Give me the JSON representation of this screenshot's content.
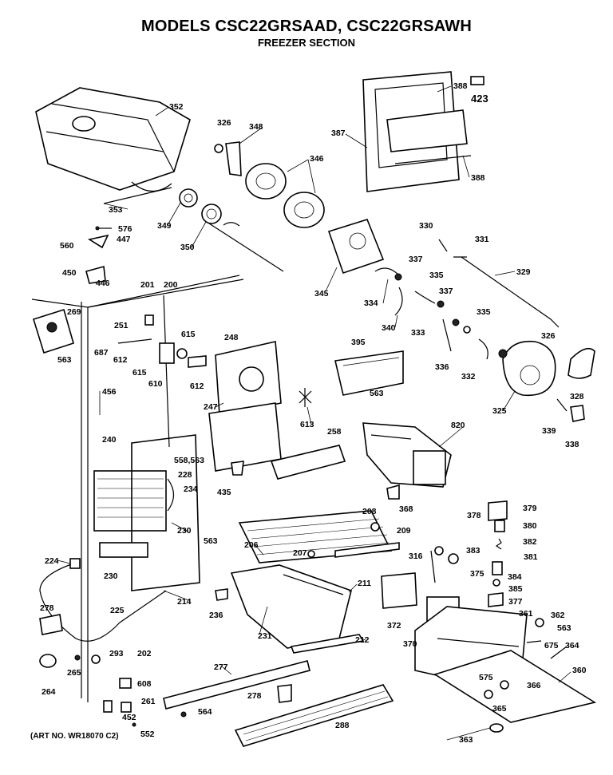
{
  "title": "MODELS CSC22GRSAAD, CSC22GRSAWH",
  "subtitle": "FREEZER SECTION",
  "art_number": "(ART NO. WR18070 C2)",
  "part_numbers": [
    "352",
    "326",
    "348",
    "346",
    "388",
    "423",
    "387",
    "388",
    "576",
    "447",
    "560",
    "450",
    "446",
    "353",
    "349",
    "350",
    "345",
    "330",
    "331",
    "337",
    "335",
    "329",
    "334",
    "340",
    "337",
    "333",
    "335",
    "201",
    "200",
    "269",
    "251",
    "615",
    "248",
    "395",
    "326",
    "687",
    "612",
    "563",
    "615",
    "610",
    "612",
    "336",
    "332",
    "563",
    "325",
    "328",
    "456",
    "247",
    "613",
    "339",
    "338",
    "820",
    "240",
    "258",
    "558,563",
    "228",
    "234",
    "435",
    "368",
    "378",
    "379",
    "208",
    "380",
    "209",
    "230",
    "563",
    "206",
    "382",
    "316",
    "383",
    "381",
    "207",
    "375",
    "384",
    "385",
    "224",
    "230",
    "211",
    "377",
    "214",
    "236",
    "372",
    "361",
    "362",
    "278",
    "225",
    "370",
    "563",
    "231",
    "212",
    "675",
    "364",
    "202",
    "293",
    "265",
    "277",
    "360",
    "575",
    "264",
    "608",
    "366",
    "278",
    "452",
    "261",
    "564",
    "365",
    "288",
    "552",
    "363"
  ]
}
